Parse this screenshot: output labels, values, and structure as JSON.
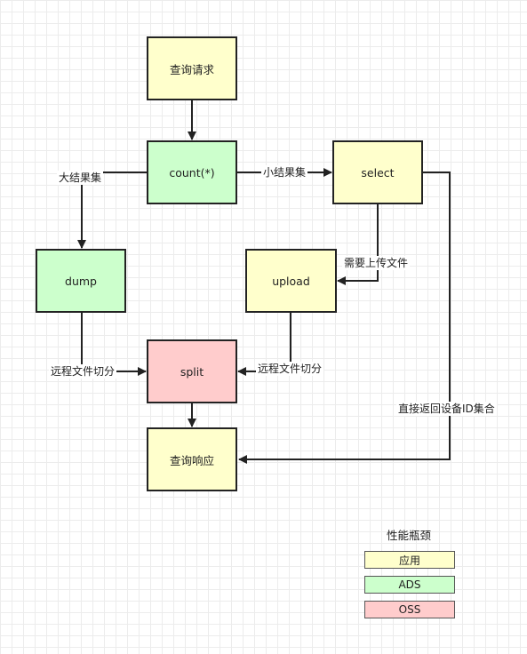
{
  "nodes": {
    "query_request": "查询请求",
    "count": "count(*)",
    "select": "select",
    "dump": "dump",
    "upload": "upload",
    "split": "split",
    "query_response": "查询响应"
  },
  "edge_labels": {
    "large_result": "大结果集",
    "small_result": "小结果集",
    "need_upload": "需要上传文件",
    "remote_split_left": "远程文件切分",
    "remote_split_right": "远程文件切分",
    "return_ids": "直接返回设备ID集合"
  },
  "legend": {
    "title": "性能瓶颈",
    "items": [
      {
        "label": "应用",
        "color": "#ffffcc"
      },
      {
        "label": "ADS",
        "color": "#ccffcc"
      },
      {
        "label": "OSS",
        "color": "#ffcccc"
      }
    ]
  },
  "colors": {
    "app": "#ffffcc",
    "ads": "#ccffcc",
    "oss": "#ffcccc",
    "stroke": "#222222"
  }
}
